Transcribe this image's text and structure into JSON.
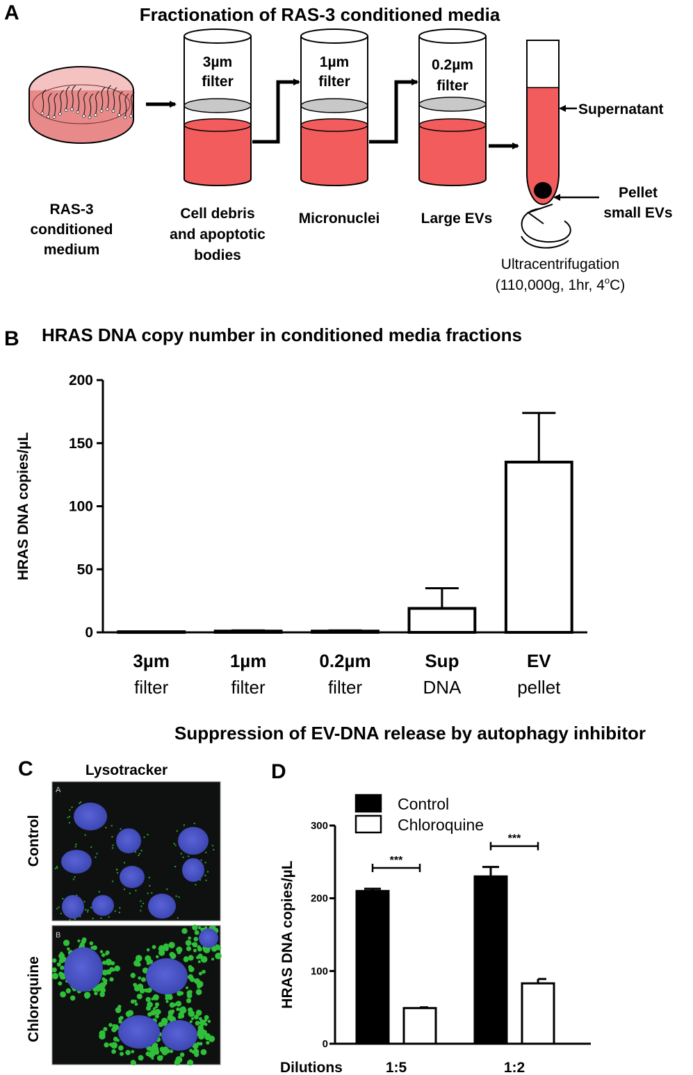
{
  "panel_a": {
    "letter": "A",
    "title": "Fractionation of RAS-3 conditioned media",
    "filters": [
      {
        "line1": "3µm",
        "line2": "filter",
        "caption": [
          "Cell debris",
          "and apoptotic",
          "bodies"
        ]
      },
      {
        "line1": "1µm",
        "line2": "filter",
        "caption": [
          "Micronuclei"
        ]
      },
      {
        "line1": "0.2µm",
        "line2": "filter",
        "caption": [
          "Large EVs"
        ]
      }
    ],
    "dish_caption": [
      "RAS-3",
      "conditioned",
      "medium"
    ],
    "supernatant": "Supernatant",
    "pellet": [
      "Pellet",
      "small EVs"
    ],
    "ultracentrifugation": [
      "Ultracentrifugation",
      "(110,000g, 1hr, 4"
    ],
    "degree_sup": "o",
    "degree_end": "C)",
    "colors": {
      "media": "#f25c5c",
      "filter_disk": "#c8c8c8",
      "dish_fill": "#f2a8a8"
    }
  },
  "panel_b": {
    "letter": "B",
    "title": "HRAS DNA copy number in conditioned media fractions"
  },
  "section_cd_title": "Suppression of EV-DNA release by autophagy inhibitor",
  "panel_c": {
    "letter": "C",
    "header": "Lysotracker",
    "rows": [
      {
        "label": "Control",
        "corner": "A"
      },
      {
        "label": "Chloroquine",
        "corner": "B"
      }
    ],
    "colors": {
      "nucleus": "#4a55c8",
      "lysosome": "#2fbf3a",
      "background": "#0e1110"
    }
  },
  "panel_d": {
    "letter": "D",
    "dilutions_label": "Dilutions"
  },
  "chart_data": [
    {
      "id": "B",
      "type": "bar",
      "categories": [
        [
          "3µm",
          "filter"
        ],
        [
          "1µm",
          "filter"
        ],
        [
          "0.2µm",
          "filter"
        ],
        [
          "Sup",
          "DNA"
        ],
        [
          "EV",
          "pellet"
        ]
      ],
      "values": [
        0.5,
        1,
        1,
        19,
        135
      ],
      "errors": [
        0,
        0.5,
        0.5,
        16,
        39
      ],
      "ylabel": "HRAS DNA copies/µL",
      "ylim": [
        0,
        200
      ],
      "yticks": [
        0,
        50,
        100,
        150,
        200
      ],
      "bar_fill": "#ffffff",
      "bar_stroke": "#000000"
    },
    {
      "id": "D",
      "type": "bar",
      "categories": [
        "1:5",
        "1:2"
      ],
      "series": [
        {
          "name": "Control",
          "values": [
            210,
            230
          ],
          "errors": [
            3,
            13
          ],
          "fill": "#000000"
        },
        {
          "name": "Chloroquine",
          "values": [
            49,
            83
          ],
          "errors": [
            1,
            6
          ],
          "fill": "#ffffff"
        }
      ],
      "ylabel": "HRAS DNA copies/µL",
      "ylim": [
        0,
        300
      ],
      "yticks": [
        0,
        100,
        200,
        300
      ],
      "significance": [
        "***",
        "***"
      ],
      "legend": "top-left"
    }
  ]
}
